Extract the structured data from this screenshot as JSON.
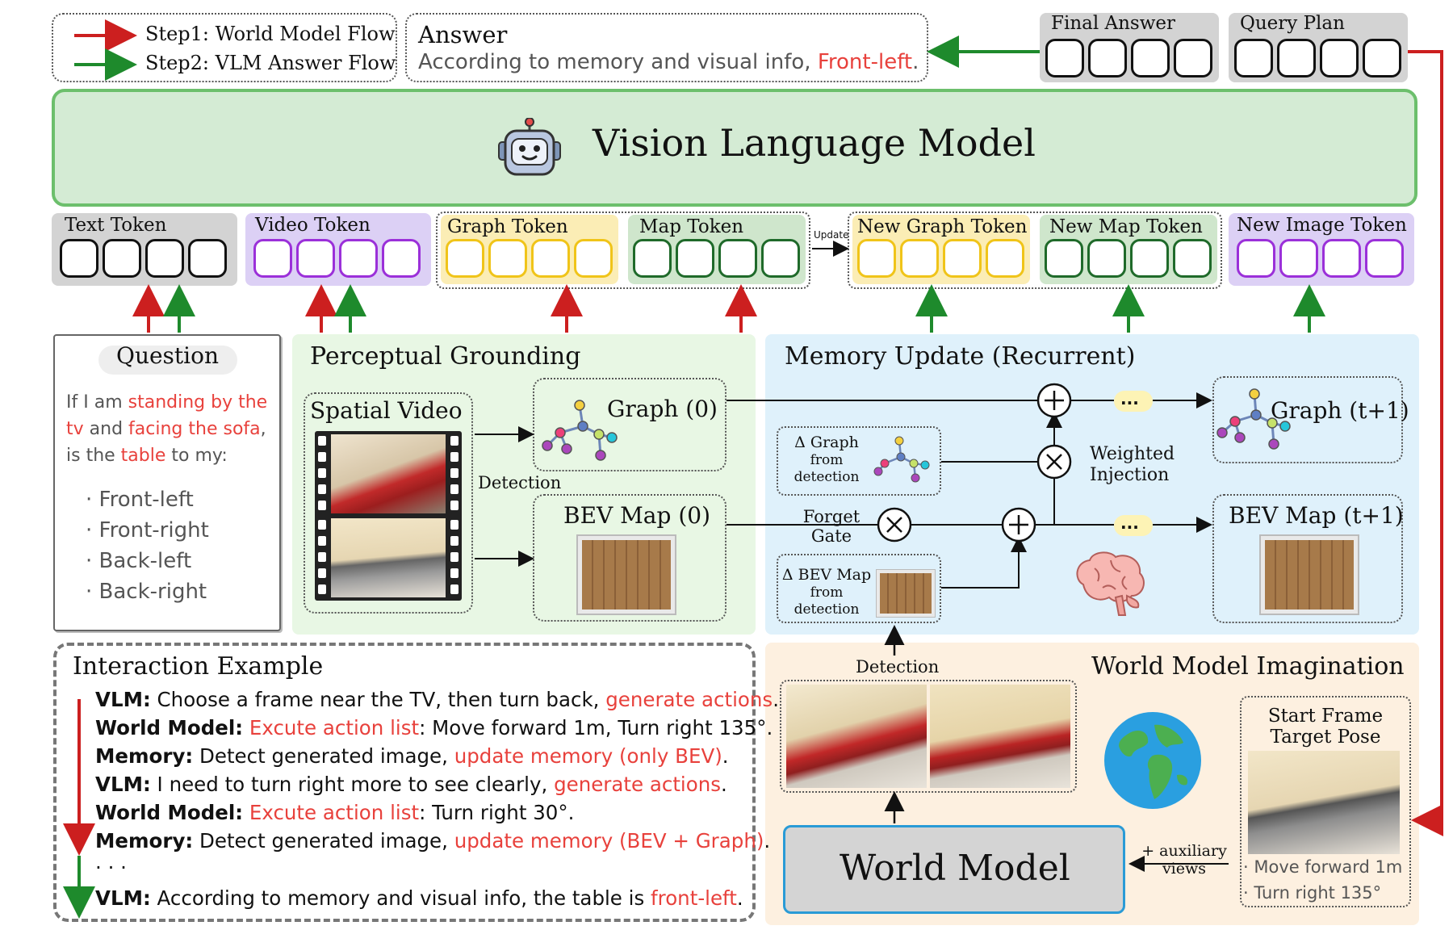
{
  "legend": {
    "step1": "Step1: World Model Flow",
    "step2": "Step2: VLM Answer Flow",
    "step1_color": "#cc1f1f",
    "step2_color": "#1e8a2c"
  },
  "answer": {
    "title": "Answer",
    "text_prefix": "According to memory and visual info, ",
    "text_highlight": "Front-left",
    "text_suffix": "."
  },
  "outputs": {
    "final_answer": "Final Answer",
    "query_plan": "Query Plan"
  },
  "vlm": {
    "title": "Vision Language Model",
    "icon": "robot-icon"
  },
  "tokens": {
    "text": "Text Token",
    "video": "Video Token",
    "graph": "Graph Token",
    "map": "Map Token",
    "update": "Update",
    "new_graph": "New Graph Token",
    "new_map": "New Map Token",
    "new_image": "New Image Token"
  },
  "question": {
    "title": "Question",
    "l1a": "If I am ",
    "l1b": "standing by the",
    "l2a": "tv",
    "l2b": " and ",
    "l2c": "facing the sofa",
    "l2d": ",",
    "l3a": "is the ",
    "l3b": "table",
    "l3c": " to my:",
    "options": [
      "· Front-left",
      "· Front-right",
      "· Back-left",
      "· Back-right"
    ]
  },
  "perceptual": {
    "title": "Perceptual Grounding",
    "spatial_video": "Spatial Video",
    "graph0": "Graph (0)",
    "detection": "Detection",
    "bev0": "BEV Map (0)"
  },
  "memory": {
    "title": "Memory Update (Recurrent)",
    "delta_graph_1": "Δ Graph",
    "delta_graph_2": "from detection",
    "delta_bev_1": "Δ BEV Map",
    "delta_bev_2": "from detection",
    "dots": "...",
    "ellipsis": "···",
    "forget_1": "Forget",
    "forget_2": "Gate",
    "weighted_1": "Weighted",
    "weighted_2": "Injection",
    "graph_t1": "Graph (t+1)",
    "bev_t1": "BEV Map (t+1)",
    "brain_icon": "brain-icon"
  },
  "world": {
    "title": "World Model Imagination",
    "detection": "Detection",
    "model": "World Model",
    "aux_1": "+ auxiliary",
    "aux_2": "views",
    "start_1": "Start Frame",
    "start_2": "Target Pose",
    "act1": "· Move forward 1m",
    "act2": "· Turn right 135°",
    "globe_icon": "globe-icon"
  },
  "example": {
    "title": "Interaction Example",
    "lines": [
      {
        "who": "VLM:",
        "a": " Choose a frame near the TV, then turn back, ",
        "b": "generate actions",
        "c": "."
      },
      {
        "who": "World Model:",
        "a": " ",
        "b": "Excute action list",
        "c": ": Move forward 1m, Turn right 135°."
      },
      {
        "who": "Memory:",
        "a": " Detect generated image, ",
        "b": "update memory (only BEV)",
        "c": "."
      },
      {
        "who": "VLM:",
        "a": " I need to turn right more to see clearly, ",
        "b": "generate actions",
        "c": "."
      },
      {
        "who": "World Model:",
        "a": " ",
        "b": "Excute action list",
        "c": ": Turn right 30°."
      },
      {
        "who": "Memory:",
        "a": "  Detect generated image, ",
        "b": "update memory (BEV + Graph)",
        "c": "."
      },
      {
        "who": "· · ·",
        "a": "",
        "b": "",
        "c": ""
      },
      {
        "who": "VLM:",
        "a": " According to memory and visual info, the table is ",
        "b": "front-left",
        "c": "."
      }
    ]
  }
}
